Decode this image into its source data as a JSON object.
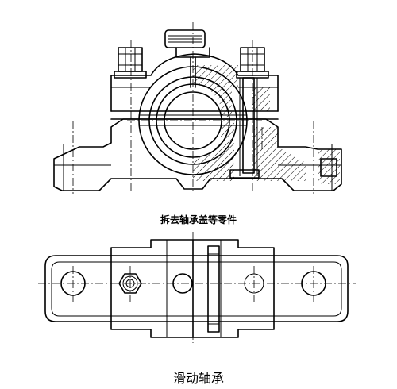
{
  "labels": {
    "section_note": "拆去轴承盖等零件",
    "caption": "滑动轴承"
  },
  "views": [
    "front-view-half-section",
    "top-view-half-removed"
  ]
}
